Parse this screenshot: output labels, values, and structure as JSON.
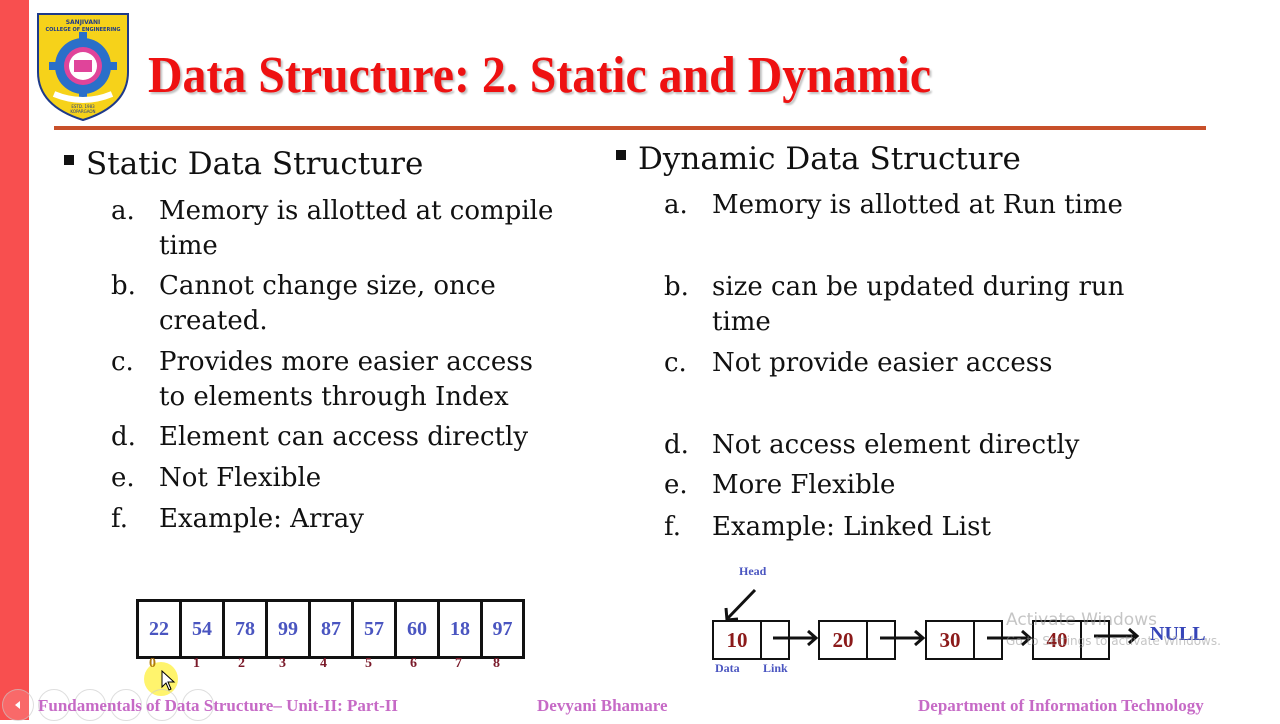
{
  "slide": {
    "title": "Data Structure: 2. Static and Dynamic",
    "logo": {
      "name": "Sanjivani College of Engineering",
      "line1": "SANJIVANI",
      "line2": "COLLEGE OF ENGINEERING",
      "estd": "ESTD. 1983",
      "place": "KOPARGAON"
    },
    "colors": {
      "left_bar": "#f84f4f",
      "title": "#ee1111",
      "rule": "#c8502a",
      "footer": "#c66ac6",
      "array_value": "#4a55c0",
      "index": "#7a1a2a",
      "node_value": "#8b1a1a"
    }
  },
  "static": {
    "heading": "Static Data Structure",
    "items": [
      {
        "label": "a.",
        "lines": [
          "Memory is allotted at compile",
          "time"
        ]
      },
      {
        "label": "b.",
        "lines": [
          "Cannot change size, once",
          "created."
        ]
      },
      {
        "label": "c.",
        "lines": [
          "Provides more easier access",
          "to elements through Index"
        ]
      },
      {
        "label": "d.",
        "lines": [
          "Element can access directly"
        ]
      },
      {
        "label": "e.",
        "lines": [
          "Not Flexible"
        ]
      },
      {
        "label": "f.",
        "lines": [
          "Example: Array"
        ]
      }
    ],
    "array": {
      "values": [
        "22",
        "54",
        "78",
        "99",
        "87",
        "57",
        "60",
        "18",
        "97"
      ],
      "indices": [
        "0",
        "1",
        "2",
        "3",
        "4",
        "5",
        "6",
        "7",
        "8"
      ]
    }
  },
  "dynamic": {
    "heading": "Dynamic Data Structure",
    "items": [
      {
        "label": "a.",
        "lines": [
          "Memory is allotted at Run time"
        ]
      },
      {
        "label": "b.",
        "lines": [
          "size can be updated during run",
          "time"
        ]
      },
      {
        "label": "c.",
        "lines": [
          "Not provide easier access"
        ]
      },
      {
        "label": "d.",
        "lines": [
          "Not access element directly"
        ]
      },
      {
        "label": "e.",
        "lines": [
          "More Flexible"
        ]
      },
      {
        "label": "f.",
        "lines": [
          "Example: Linked List"
        ]
      }
    ],
    "linked_list": {
      "head_label": "Head",
      "nodes": [
        "10",
        "20",
        "30",
        "40"
      ],
      "data_label": "Data",
      "link_label": "Link",
      "terminal": "NULL"
    }
  },
  "footer": {
    "course": "Fundamentals of Data Structure– Unit-II: Part-II",
    "author": "Devyani Bhamare",
    "department": "Department of Information Technology"
  },
  "overlay": {
    "watermark_title": "Activate Windows",
    "watermark_sub": "Go to Settings to activate Windows."
  }
}
